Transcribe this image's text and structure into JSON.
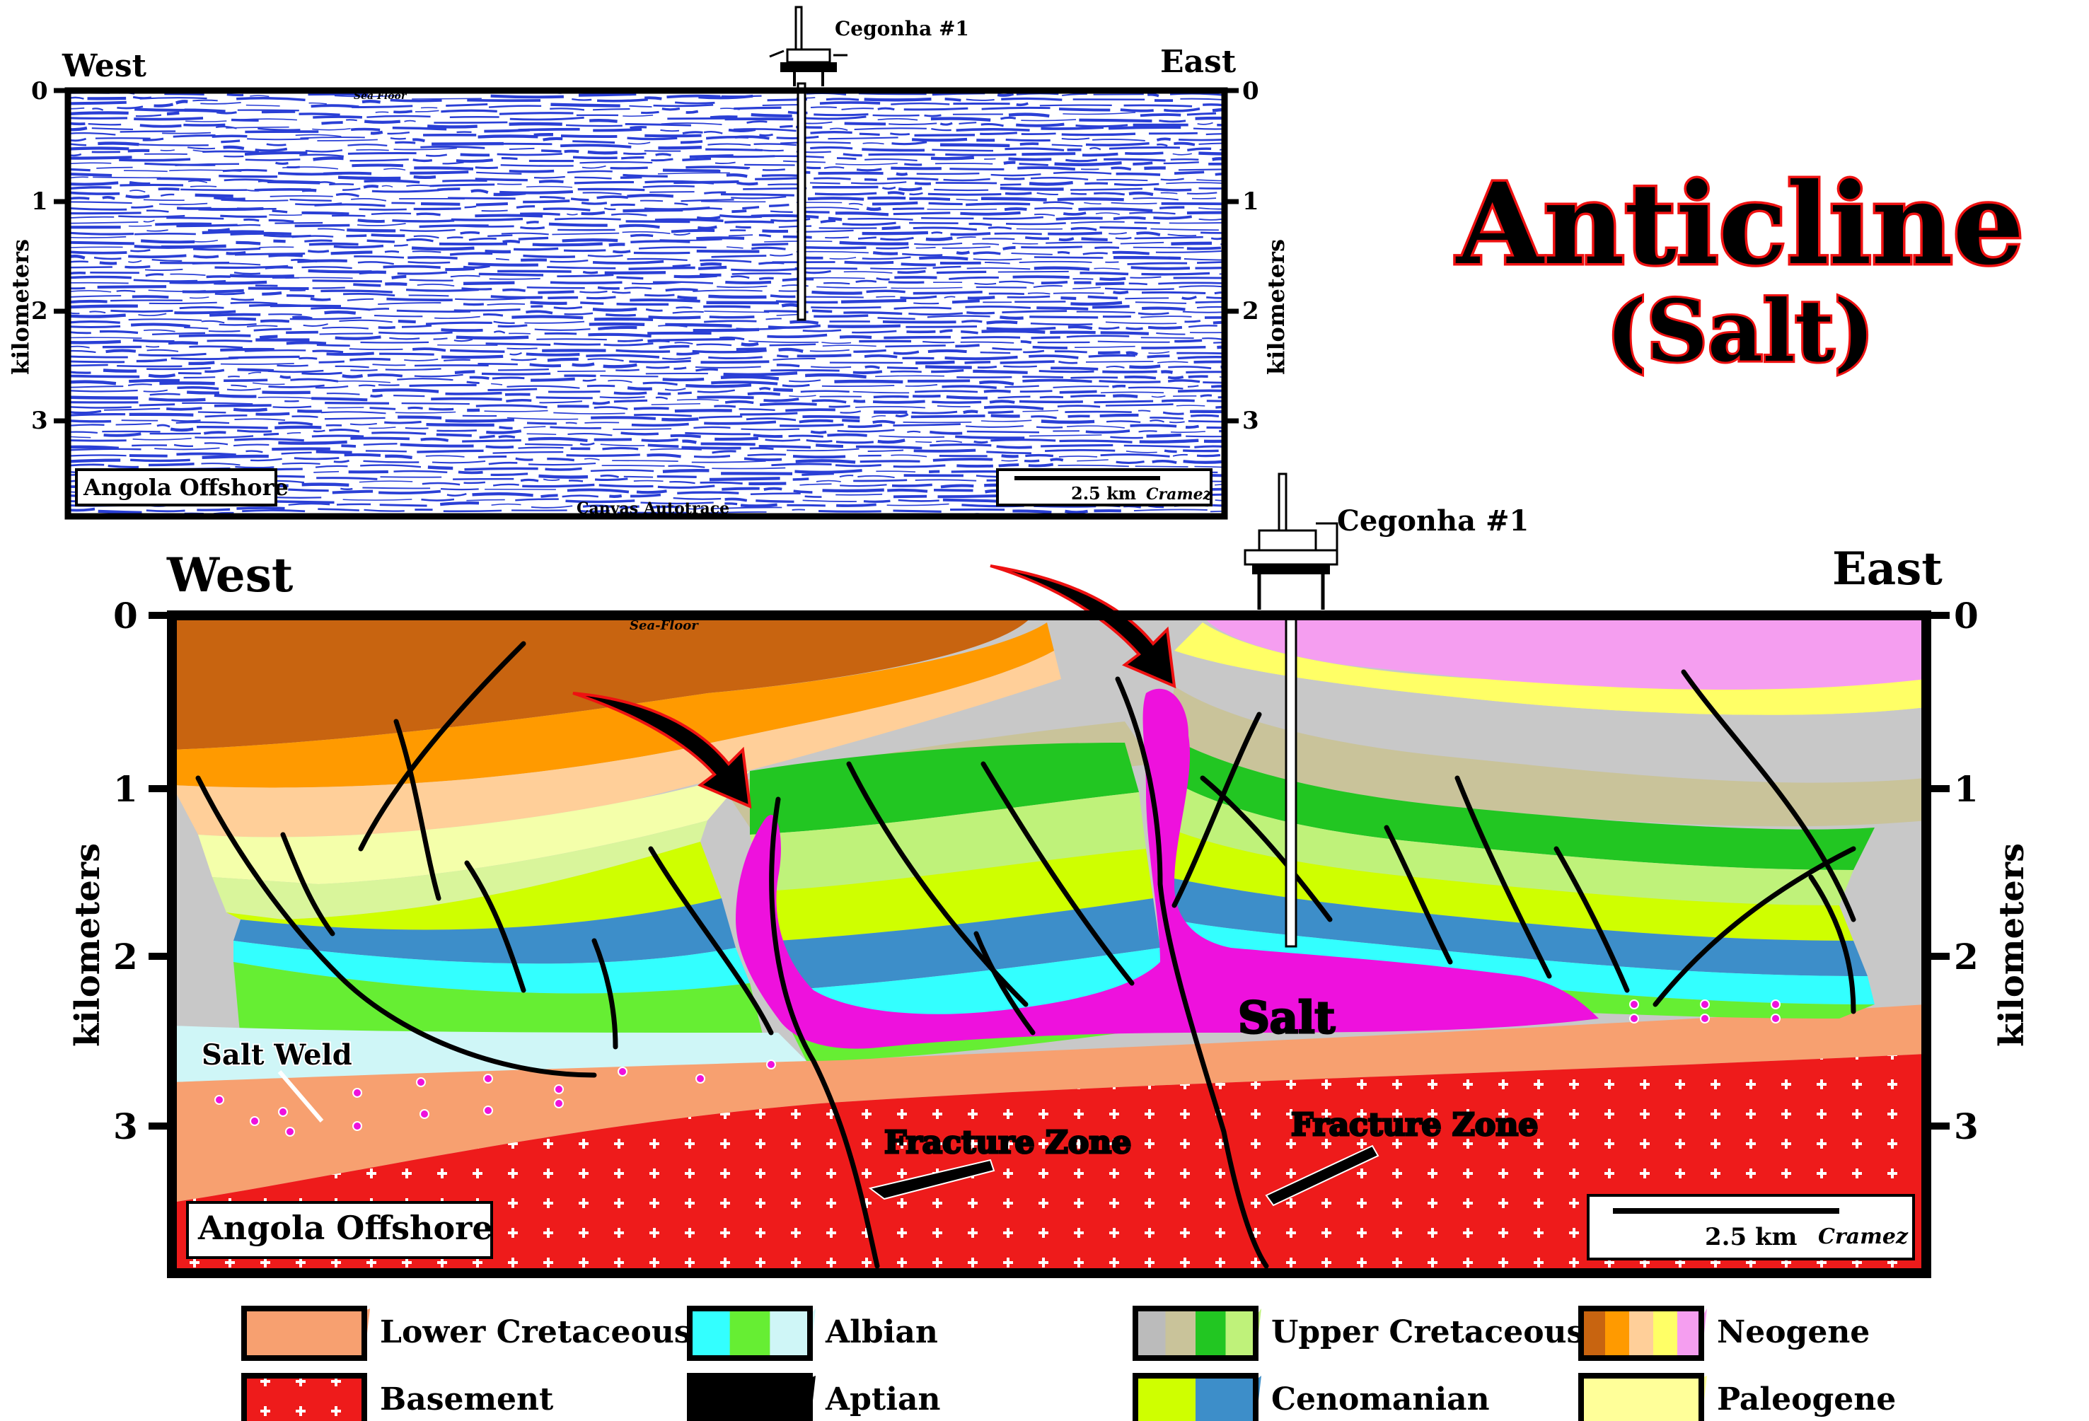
{
  "title": {
    "line1": "Anticline",
    "line2": "(Salt)"
  },
  "seismic": {
    "west": "West",
    "east": "East",
    "well": "Cegonha #1",
    "sea_floor": "Sea Floor",
    "location": "Angola Offshore",
    "scale": "2.5 km",
    "author": "Cramez",
    "credit": "Canvas Autotrace",
    "axis_label": "kilometers",
    "ticks": [
      "0",
      "1",
      "2",
      "3"
    ]
  },
  "section": {
    "west": "West",
    "east": "East",
    "well": "Cegonha #1",
    "sea_floor": "Sea-Floor",
    "location": "Angola Offshore",
    "scale": "2.5 km",
    "author": "Cramez",
    "axis_label": "kilometers",
    "ticks": [
      "0",
      "1",
      "2",
      "3"
    ],
    "salt": "Salt",
    "salt_weld": "Salt Weld",
    "fracture_zone_1": "Fracture Zone",
    "fracture_zone_2": "Fracture Zone"
  },
  "legend": [
    {
      "label": "Lower Cretaceous",
      "colors": [
        "#f7a070"
      ]
    },
    {
      "label": "Albian",
      "colors": [
        "#33ffff",
        "#66ee33",
        "#cff6f7"
      ]
    },
    {
      "label": "Upper Cretaceous",
      "colors": [
        "#bbbbbb",
        "#c9c39a",
        "#22c622",
        "#bff27a"
      ]
    },
    {
      "label": "Neogene",
      "colors": [
        "#c86410",
        "#ff9a00",
        "#ffcf99",
        "#ffff66",
        "#f59ef0"
      ]
    },
    {
      "label": "Basement",
      "colors": [
        "#ee1b1b"
      ]
    },
    {
      "label": "Aptian",
      "colors": [
        "#000000"
      ]
    },
    {
      "label": "Cenomanian",
      "colors": [
        "#cfff00",
        "#3d8ec9"
      ]
    },
    {
      "label": "Paleogene",
      "colors": [
        "#ffff99"
      ]
    }
  ],
  "colors": {
    "seismic": "#2a3fd6",
    "salt": "#ee11dd",
    "basement": "#ee1b1b",
    "title_fill": "#000000",
    "title_outline": "#ee1111"
  }
}
